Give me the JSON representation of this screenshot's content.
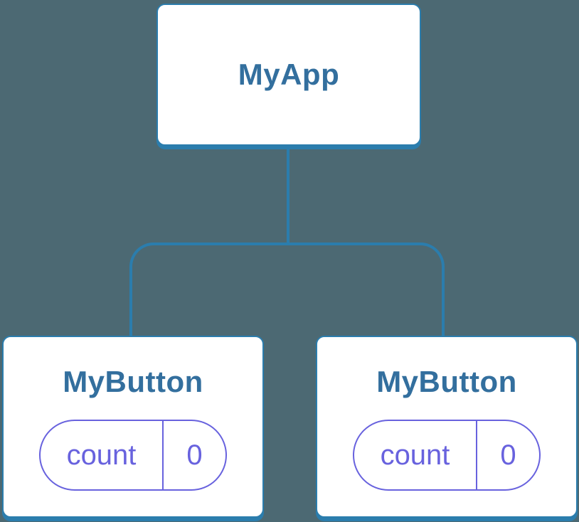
{
  "colors": {
    "background": "#4c6973",
    "connector": "#2b7dad",
    "card-fill": "#ffffff",
    "node-label": "#336f9e",
    "state-accent": "#6862de"
  },
  "tree": {
    "root": {
      "label": "MyApp"
    },
    "children": [
      {
        "label": "MyButton",
        "state": {
          "key": "count",
          "value": "0"
        }
      },
      {
        "label": "MyButton",
        "state": {
          "key": "count",
          "value": "0"
        }
      }
    ]
  }
}
